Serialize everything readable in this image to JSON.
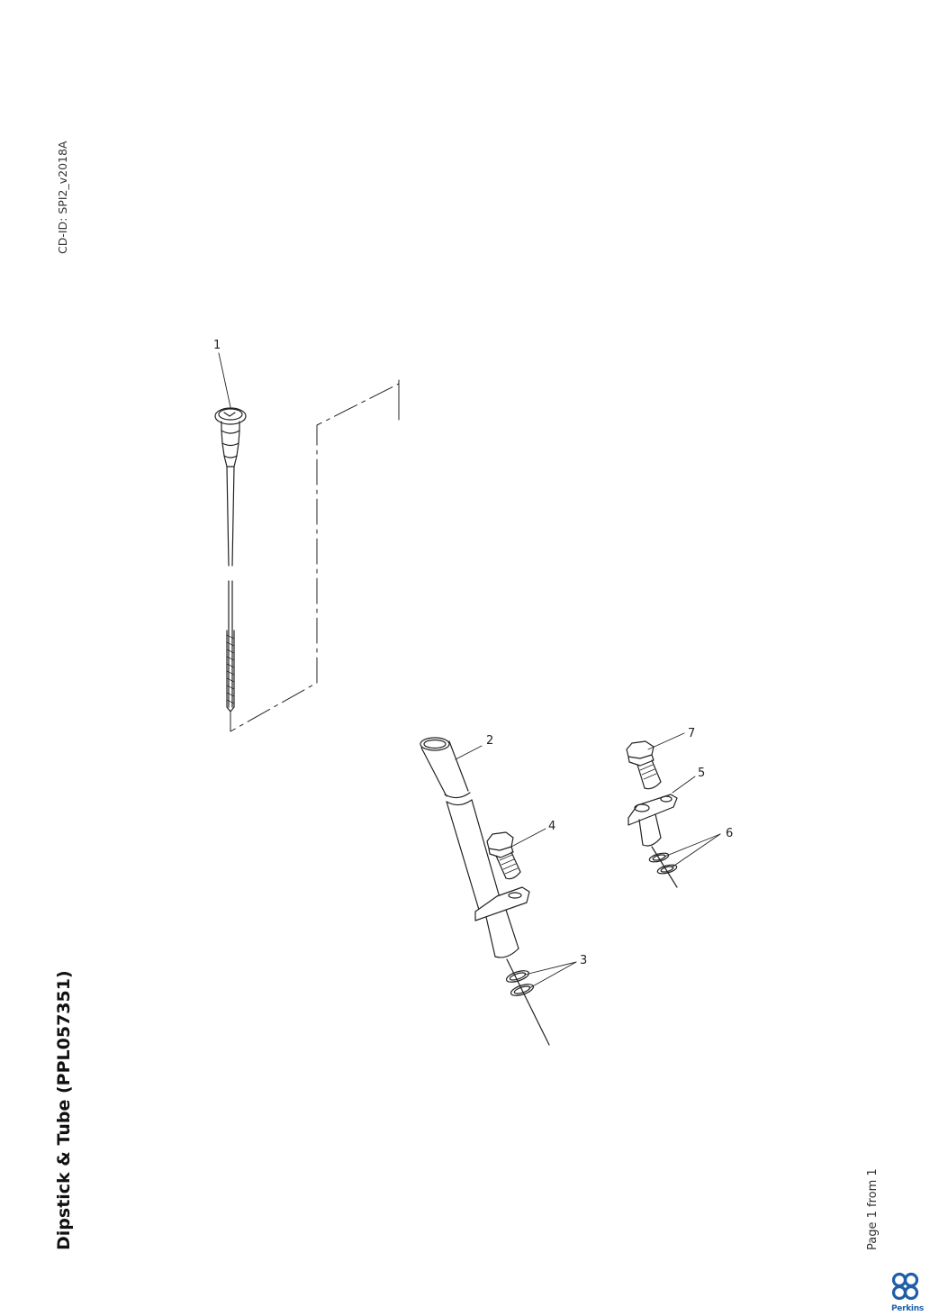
{
  "header": {
    "cd_id": "CD-ID: SPI2_v2018A",
    "title": "Dipstick & Tube (PPL057351)"
  },
  "footer": {
    "page": "Page 1 from 1",
    "logo_text": "Perkins"
  },
  "callouts": {
    "c1": "1",
    "c2": "2",
    "c3": "3",
    "c4": "4",
    "c5": "5",
    "c6": "6",
    "c7": "7"
  },
  "colors": {
    "line": "#222222",
    "brand": "#1f5fa8"
  }
}
